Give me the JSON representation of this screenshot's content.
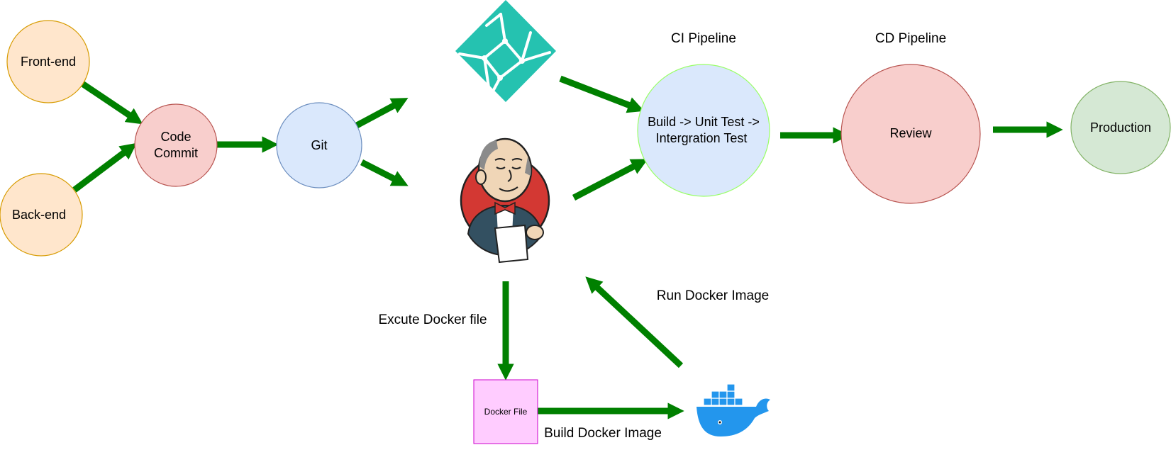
{
  "colors": {
    "arrow": "#008000",
    "orange_fill": "#ffe6cc",
    "orange_stroke": "#d79b00",
    "red_fill": "#f8cecc",
    "red_stroke": "#b85450",
    "blue_fill": "#dae8fc",
    "blue_stroke": "#6c8ebf",
    "ci_stroke": "#99ff66",
    "green_fill": "#d5e8d4",
    "green_stroke": "#82b366",
    "docker_file_fill": "#ffccff",
    "docker_file_stroke": "#cc00cc",
    "netlify": "#25c2b0",
    "docker_blue": "#2396ed"
  },
  "nodes": {
    "frontend": "Front-end",
    "backend": "Back-end",
    "code_commit": [
      "Code",
      "Commit"
    ],
    "git": "Git",
    "ci_process": [
      "Build -> Unit Test ->",
      "Intergration Test"
    ],
    "review": "Review",
    "production": "Production",
    "docker_file": "Docker File"
  },
  "captions": {
    "ci_pipeline": "CI Pipeline",
    "cd_pipeline": "CD Pipeline",
    "execute_docker": "Excute Docker file",
    "run_docker": "Run Docker Image",
    "build_docker": "Build Docker Image"
  },
  "icons": {
    "netlify": "netlify-logo-icon",
    "jenkins": "jenkins-logo-icon",
    "docker": "docker-whale-icon"
  }
}
